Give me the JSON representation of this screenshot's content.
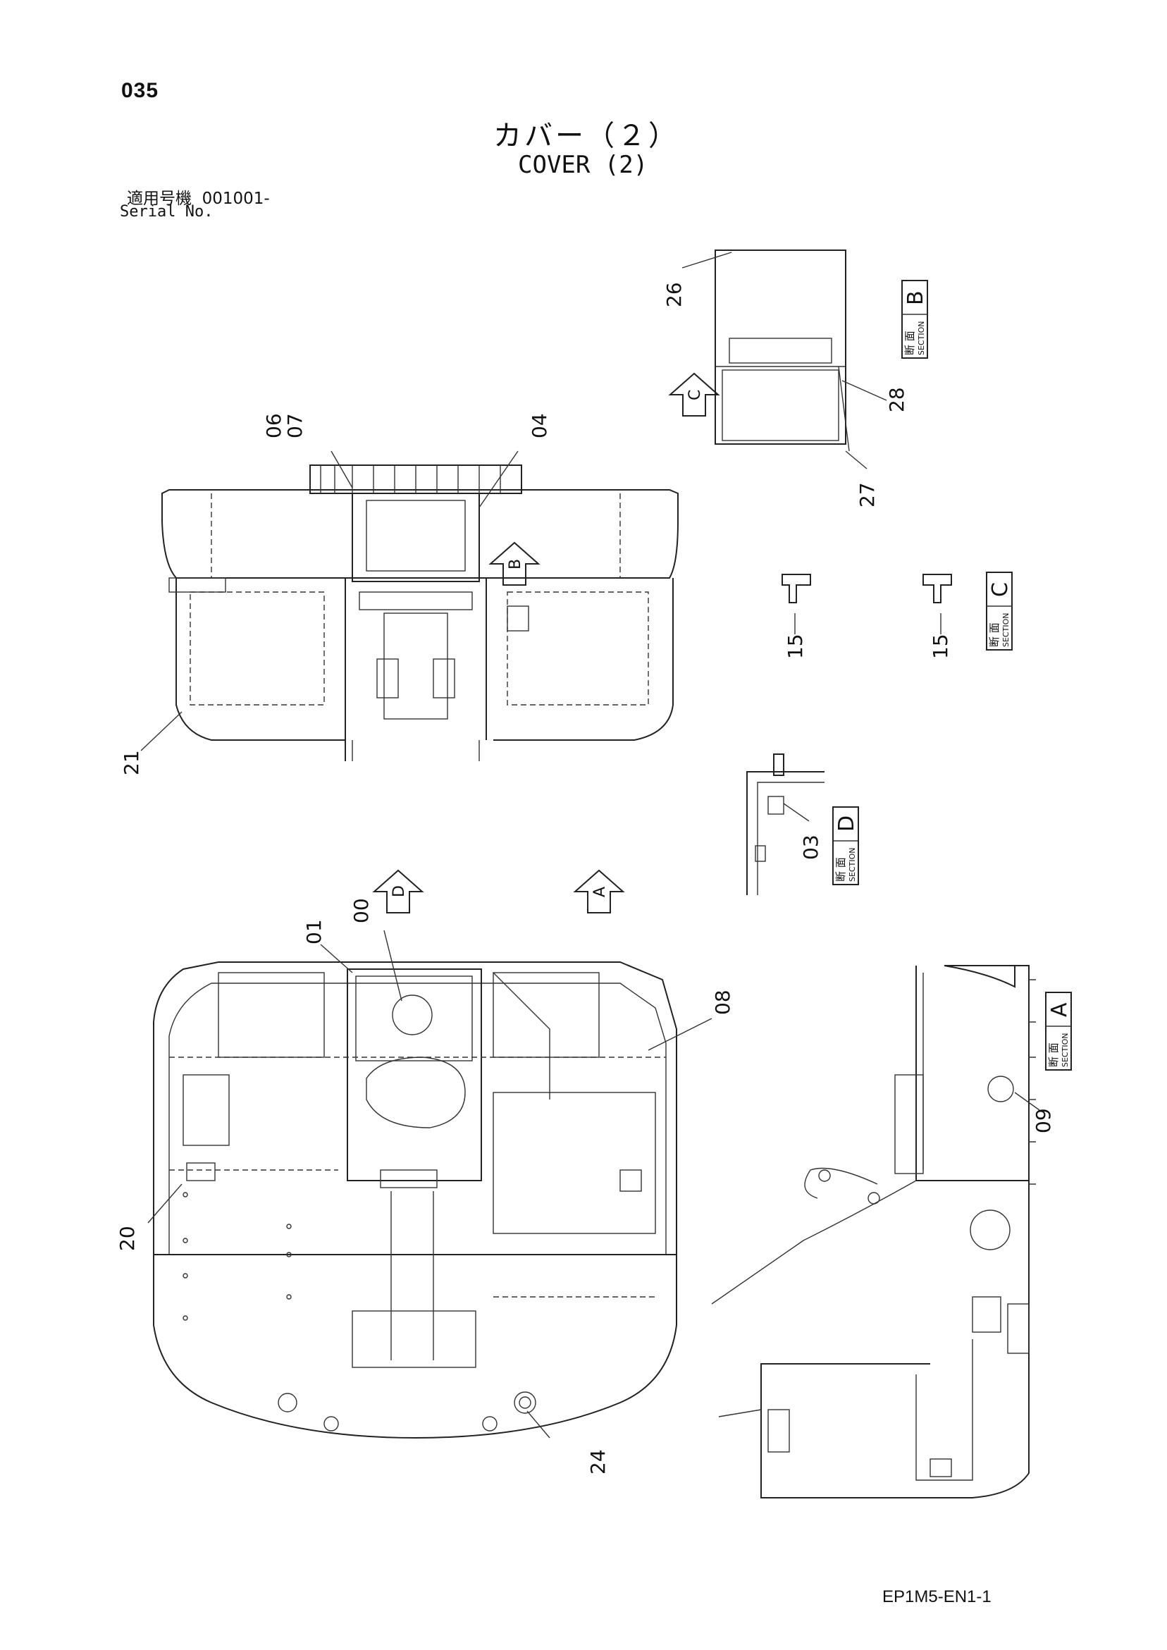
{
  "header": {
    "page_number": "035",
    "title_ja": "カバー（２）",
    "title_en": "COVER (2)",
    "serial_label_ja": "適用号機",
    "serial_value": "001001-",
    "serial_label_en": "Serial No."
  },
  "sections": [
    {
      "letter": "A",
      "ja": "断 面",
      "en": "SECTION"
    },
    {
      "letter": "B",
      "ja": "断 面",
      "en": "SECTION"
    },
    {
      "letter": "C",
      "ja": "断 面",
      "en": "SECTION"
    },
    {
      "letter": "D",
      "ja": "断 面",
      "en": "SECTION"
    }
  ],
  "view_arrows": [
    "A",
    "B",
    "C",
    "D"
  ],
  "callouts": [
    "00",
    "01",
    "03",
    "04",
    "06",
    "07",
    "08",
    "09",
    "15",
    "15",
    "20",
    "21",
    "24",
    "26",
    "27",
    "28"
  ],
  "footer": {
    "doc_code": "EP1M5-EN1-1"
  }
}
